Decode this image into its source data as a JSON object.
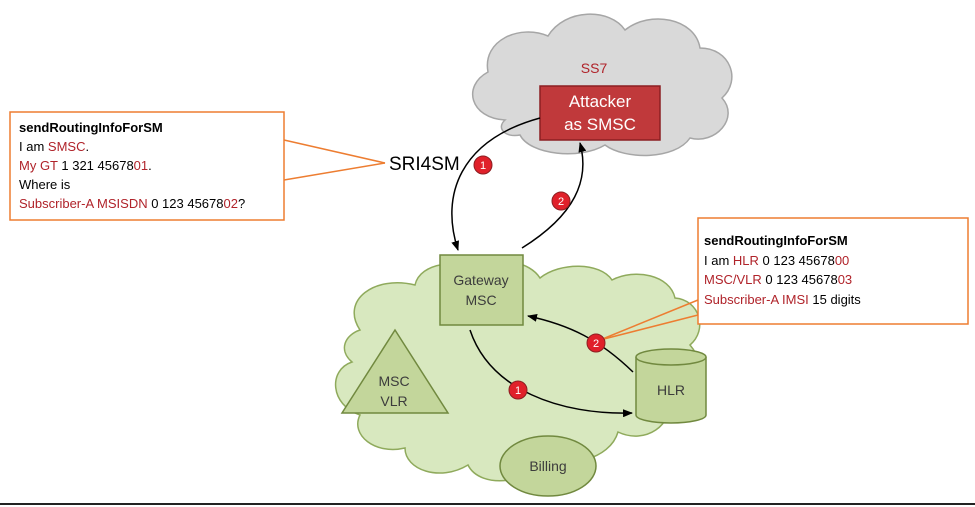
{
  "ss7_label": "SS7",
  "attacker": {
    "line1": "Attacker",
    "line2": "as SMSC"
  },
  "sri4sm_label": "SRI4SM",
  "gateway": {
    "line1": "Gateway",
    "line2": "MSC"
  },
  "msc_vlr": {
    "line1": "MSC",
    "line2": "VLR"
  },
  "hlr_label": "HLR",
  "billing_label": "Billing",
  "step_markers": {
    "one": "1",
    "two": "2"
  },
  "left_callout": {
    "title": "sendRoutingInfoForSM",
    "l1_a": "I am ",
    "l1_b": "SMSC",
    "l1_c": ".",
    "l2_a": "My GT",
    "l2_b": " 1 321 45678",
    "l2_c": "01",
    "l2_d": ".",
    "l3": "Where is",
    "l4_a": "Subscriber-A MSISDN",
    "l4_b": " 0 123 45678",
    "l4_c": "02",
    "l4_d": "?"
  },
  "right_callout": {
    "title": "sendRoutingInfoForSM",
    "l1_a": "I am ",
    "l1_b": "HLR",
    "l1_c": " 0 123 45678",
    "l1_d": "00",
    "l2_a": "MSC/VLR",
    "l2_b": "  0 123 45678",
    "l2_c": "03",
    "l3_a": "Subscriber-A IMSI",
    "l3_b": " 15 digits"
  },
  "colors": {
    "accent_red": "#b0232a",
    "attacker_fill": "#c0393b",
    "network_green": "#d8e8bf",
    "node_green": "#c3d69b",
    "node_border": "#71893f",
    "cloud_grey": "#d9d9d9",
    "callout_border": "#ed7d31",
    "marker_red": "#e0202a"
  }
}
